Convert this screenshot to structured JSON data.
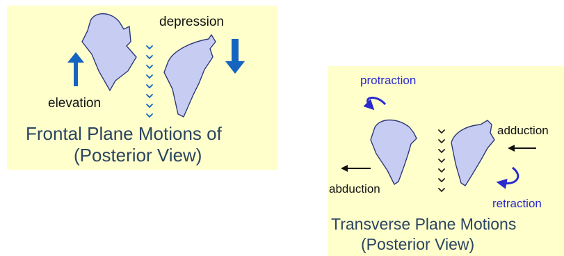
{
  "colors": {
    "panel_bg": "#ffffcc",
    "scapula_fill": "#c7ccf3",
    "scapula_stroke": "#2d3a78",
    "arrow_blue": "#1565c0",
    "curve_blue": "#2a2acf",
    "title_color": "#2b4560"
  },
  "frontal": {
    "label_depression": "depression",
    "label_elevation": "elevation",
    "title_line1": "Frontal Plane Motions of",
    "title_line2": "(Posterior View)",
    "icons": [
      "scapula-icon",
      "up-arrow-icon",
      "down-arrow-icon",
      "chevron-divider"
    ]
  },
  "transverse": {
    "label_protraction": "protraction",
    "label_adduction": "adduction",
    "label_abduction": "abduction",
    "label_retraction": "retraction",
    "title_line1": "Transverse Plane Motions",
    "title_line2": "(Posterior View)",
    "icons": [
      "scapula-icon",
      "curved-arrow-icon",
      "left-arrow-icon",
      "chevron-divider"
    ]
  }
}
